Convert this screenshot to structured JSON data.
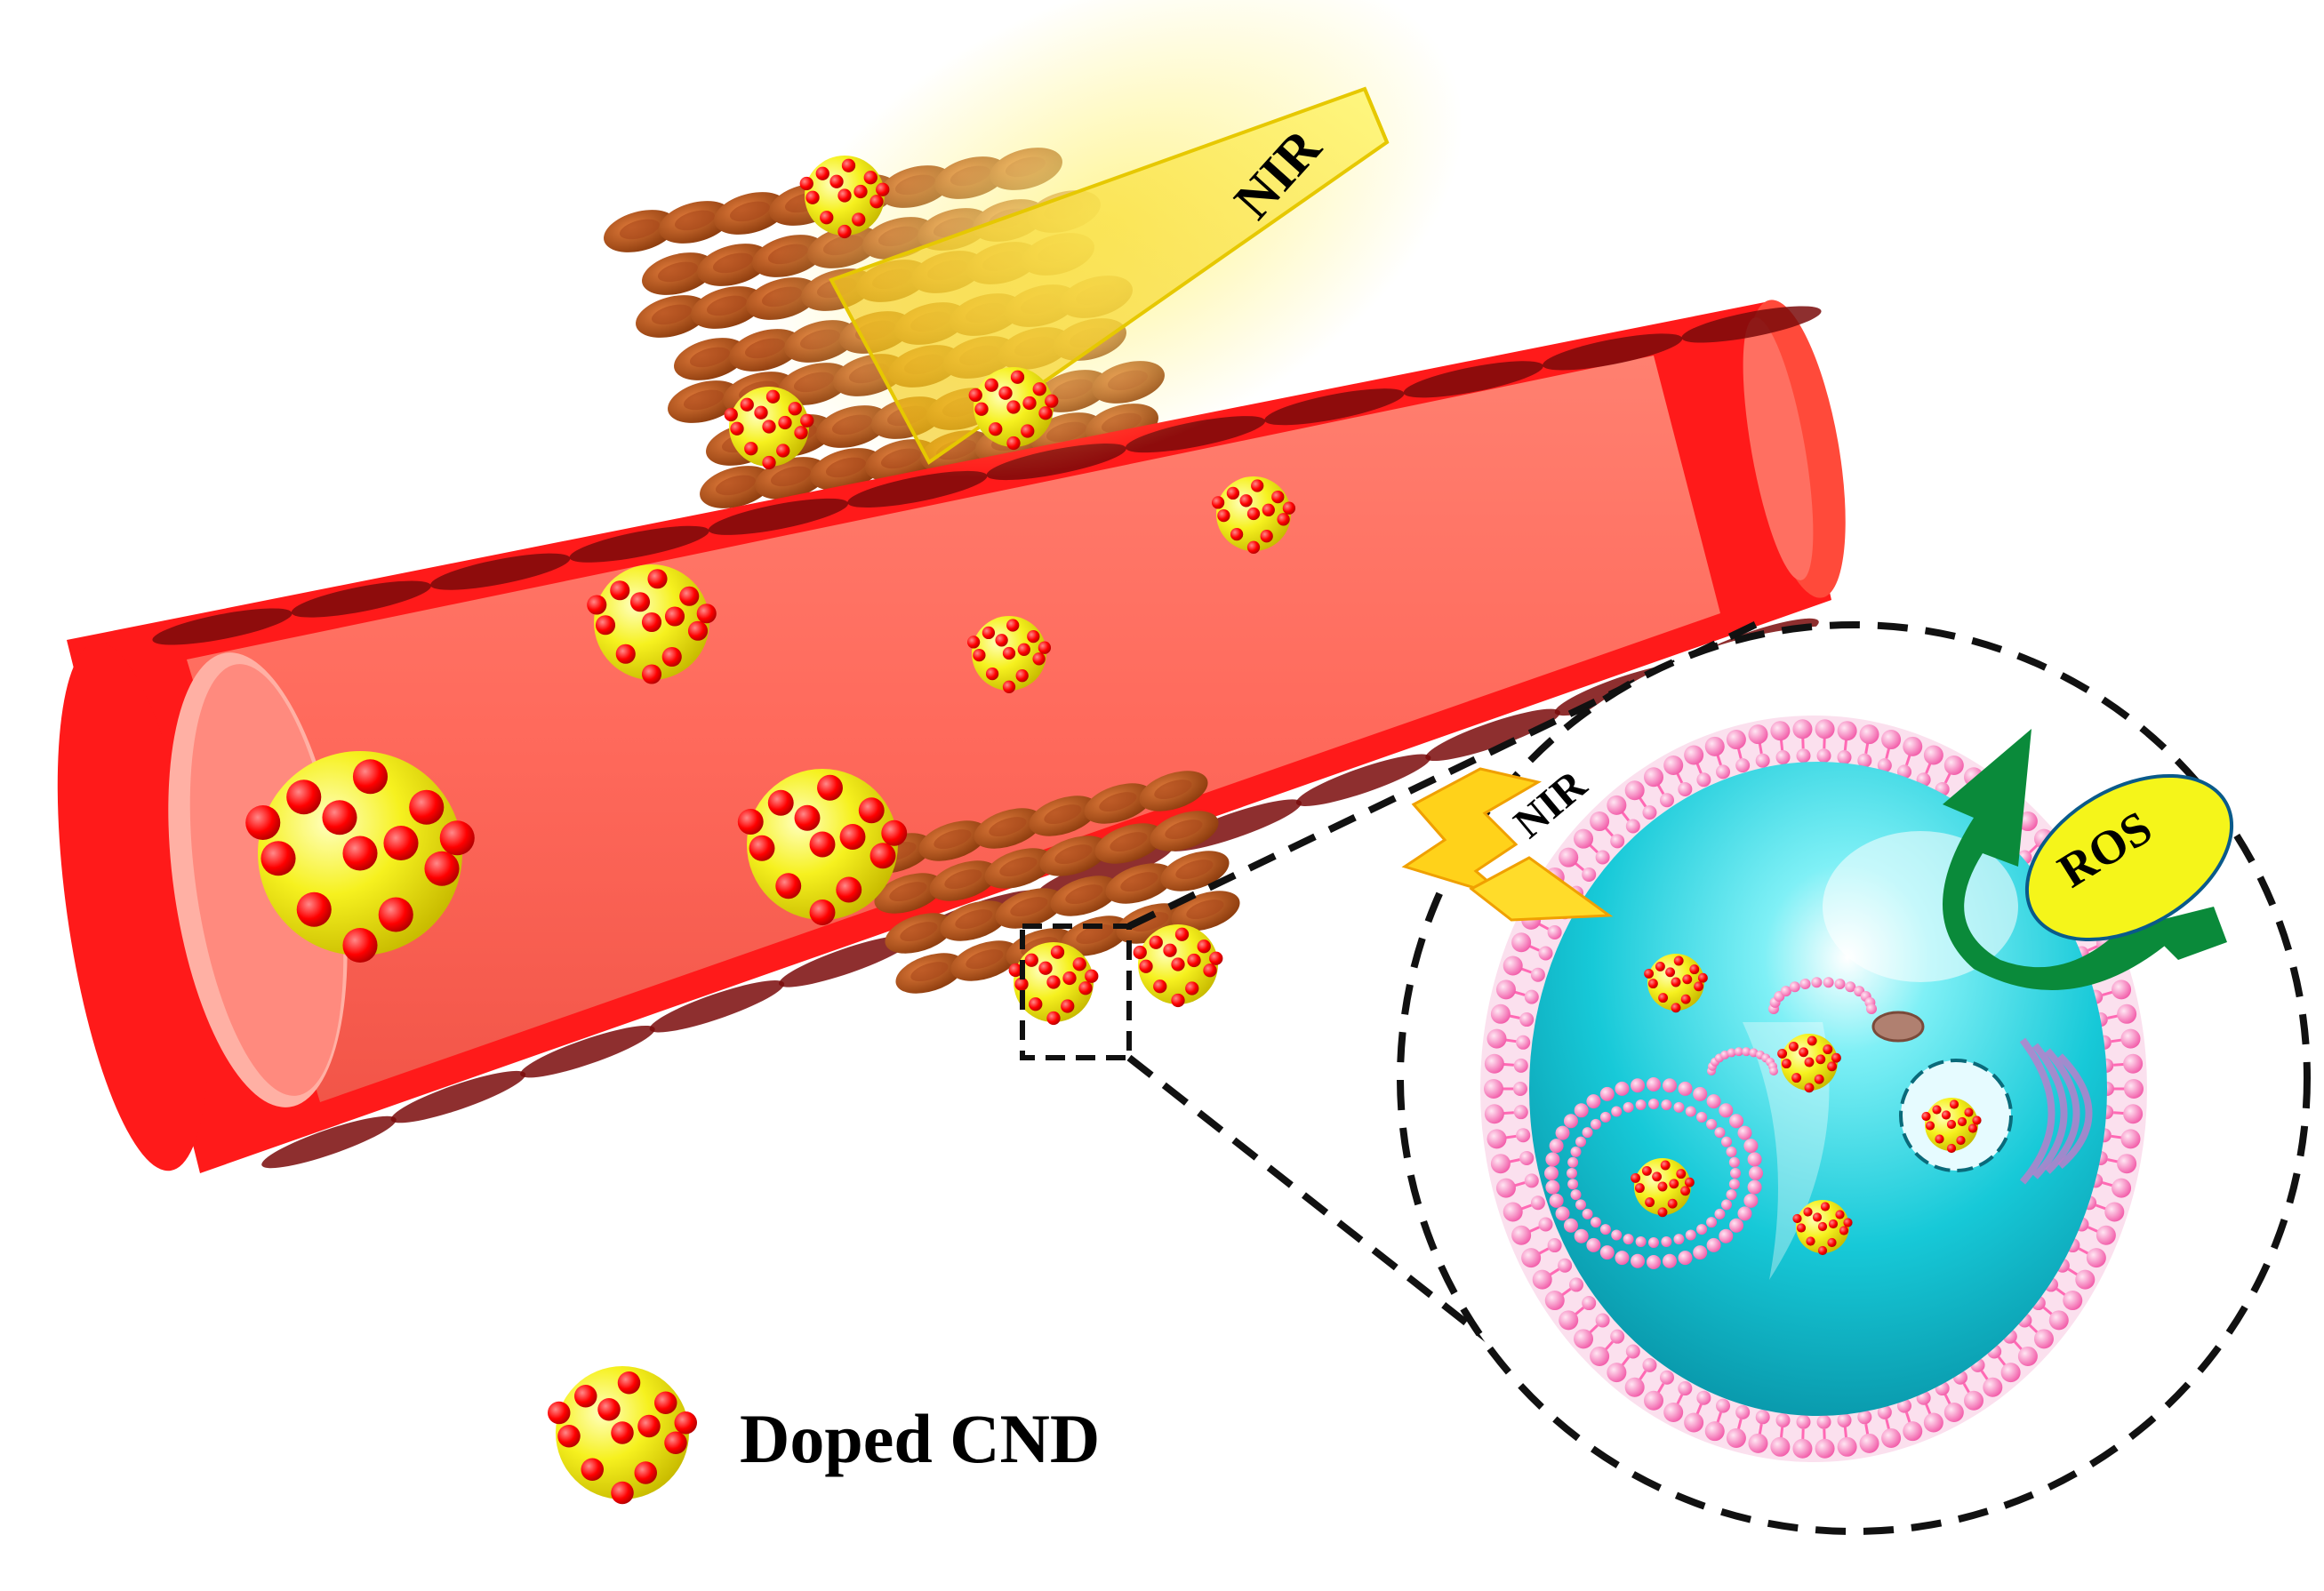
{
  "labels": {
    "nir_beam": "NIR",
    "nir_bolt": "NIR",
    "ros": "ROS"
  },
  "legend": {
    "label": "Doped CND"
  },
  "colors": {
    "vessel_outer": "#ff1a1a",
    "vessel_inner": "#ff6f61",
    "endothelial": "#8b0a0a",
    "tumor_tissue": "#b5521a",
    "cnd_core": "#f5f01a",
    "cnd_dot": "#ff0000",
    "nir_beam": "#fff34a",
    "cell_cytoplasm": "#14c8d6",
    "membrane": "#ff69b4",
    "ros_arrow": "#0a8a3a",
    "ros_ellipse": "#f5f51a"
  }
}
